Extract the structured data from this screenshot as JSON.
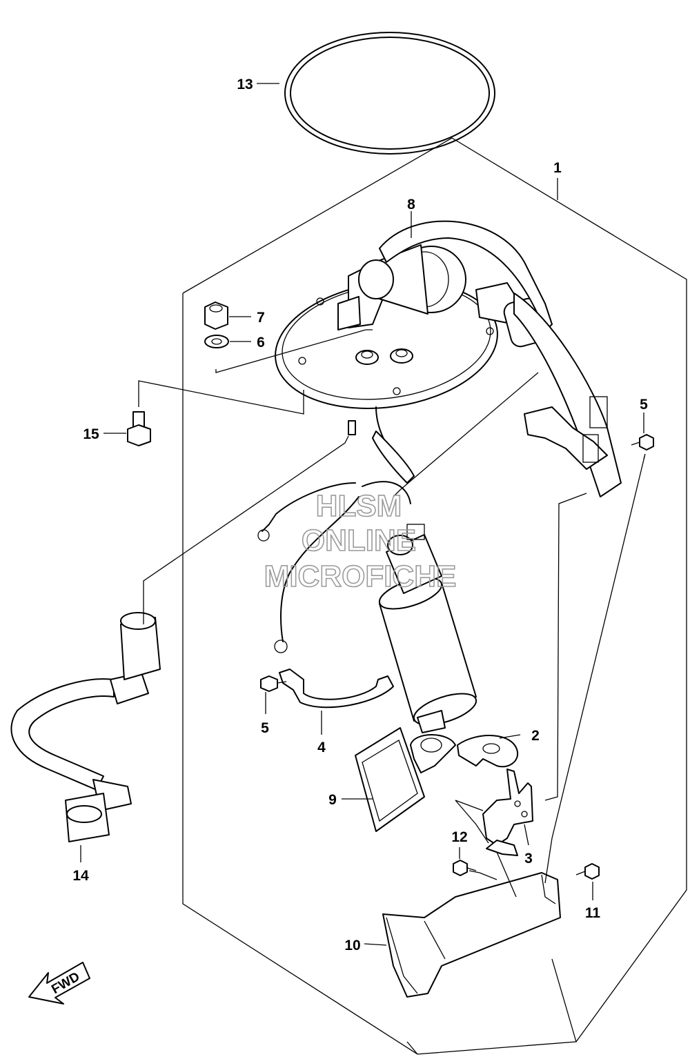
{
  "callouts": [
    {
      "id": "13",
      "text": "13"
    },
    {
      "id": "1",
      "text": "1"
    },
    {
      "id": "8",
      "text": "8"
    },
    {
      "id": "7",
      "text": "7"
    },
    {
      "id": "6",
      "text": "6"
    },
    {
      "id": "15",
      "text": "15"
    },
    {
      "id": "5a",
      "text": "5"
    },
    {
      "id": "5b",
      "text": "5"
    },
    {
      "id": "2",
      "text": "2"
    },
    {
      "id": "4",
      "text": "4"
    },
    {
      "id": "9",
      "text": "9"
    },
    {
      "id": "3",
      "text": "3"
    },
    {
      "id": "12",
      "text": "12"
    },
    {
      "id": "11",
      "text": "11"
    },
    {
      "id": "14",
      "text": "14"
    },
    {
      "id": "10",
      "text": "10"
    }
  ],
  "watermark": {
    "line1": "HLSM",
    "line2": "ONLINE",
    "line3": "MICROFICHE"
  },
  "direction_indicator": {
    "text": "FWD"
  }
}
